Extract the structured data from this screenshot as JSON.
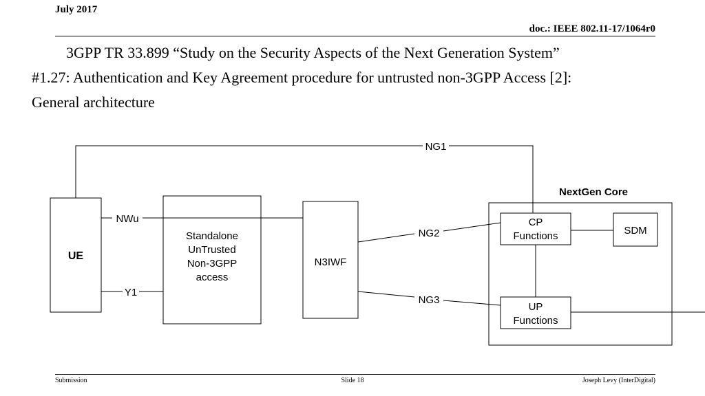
{
  "header": {
    "date": "July 2017",
    "doc": "doc.: IEEE 802.11-17/1064r0"
  },
  "title": {
    "line1": "3GPP TR 33.899 “Study on the Security Aspects of the Next Generation System”",
    "line2": "#1.27: Authentication and Key Agreement procedure for untrusted non-3GPP Access [2]:",
    "line3": "General architecture"
  },
  "diagram": {
    "ue": "UE",
    "access_lines": [
      "Standalone",
      "UnTrusted",
      "Non-3GPP",
      "access"
    ],
    "n3iwf": "N3IWF",
    "core_title": "NextGen Core",
    "cp_lines": [
      "CP",
      "Functions"
    ],
    "up_lines": [
      "UP",
      "Functions"
    ],
    "sdm": "SDM",
    "links": {
      "ng1": "NG1",
      "nwu": "NWu",
      "y1": "Y1",
      "ng2": "NG2",
      "ng3": "NG3"
    }
  },
  "footer": {
    "left": "Submission",
    "center": "Slide 18",
    "right": "Joseph Levy (InterDigital)"
  }
}
